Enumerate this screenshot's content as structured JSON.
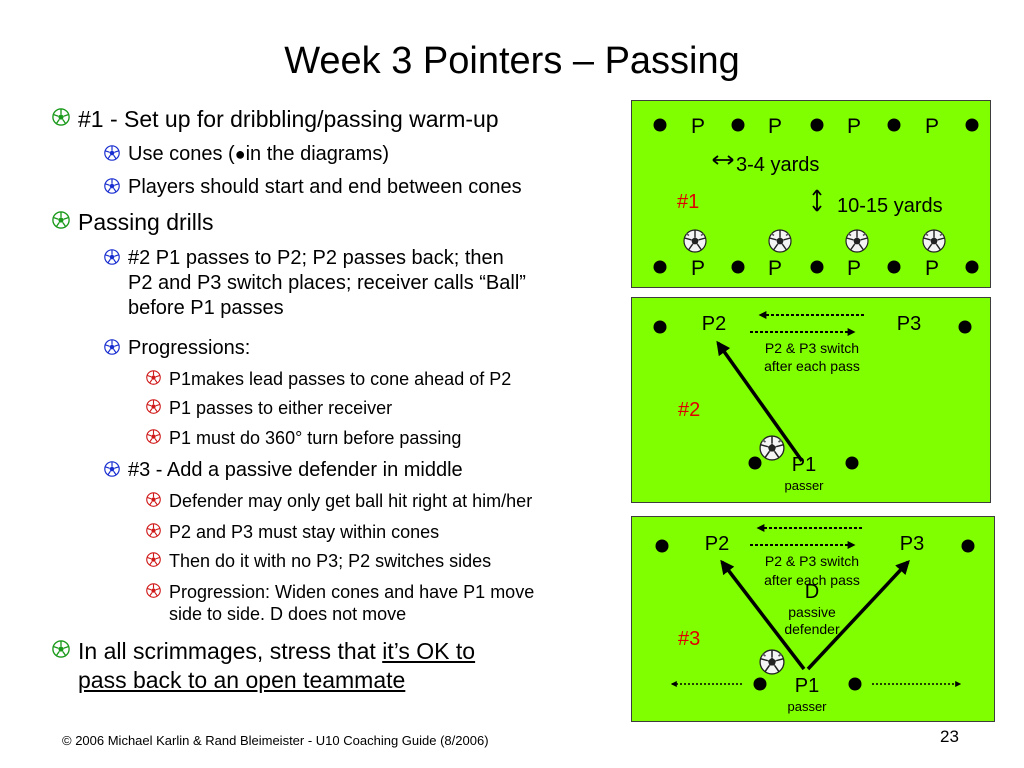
{
  "title": "Week 3 Pointers – Passing",
  "bullets": {
    "b1": "#1 - Set up for dribbling/passing warm-up",
    "b1_1_pre": "Use cones (",
    "b1_1_post": " in the diagrams)",
    "b1_2": "Players should start and end between cones",
    "b2": "Passing drills",
    "b2_1_a": "#2 P1 passes to P2; P2 passes back; then",
    "b2_1_b": "P2 and P3 switch places; receiver calls “Ball”",
    "b2_1_c": "before P1 passes",
    "b2_2": "Progressions:",
    "b2_2_1": "P1makes lead passes to cone ahead of P2",
    "b2_2_2": "P1 passes to either receiver",
    "b2_2_3": "P1 must do 360° turn before passing",
    "b2_3": "#3 - Add a passive defender in middle",
    "b2_3_1": "Defender may only get ball hit right at him/her",
    "b2_3_2": "P2 and P3 must stay within cones",
    "b2_3_3": "Then do it with no P3; P2 switches sides",
    "b2_3_4_a": "Progression: Widen cones and have P1 move",
    "b2_3_4_b": "side to side.  D does not move",
    "b3_a_plain": "In all scrimmages, stress that ",
    "b3_a_underline": "it’s OK to",
    "b3_b_underline": "pass back to an open teammate"
  },
  "diagram1": {
    "label": "#1",
    "player": "P",
    "width_note": "3-4 yards",
    "length_note": "10-15 yards"
  },
  "diagram2": {
    "label": "#2",
    "p2": "P2",
    "p3": "P3",
    "p1": "P1",
    "passer": "passer",
    "switch_a": "P2 & P3 switch",
    "switch_b": "after each pass"
  },
  "diagram3": {
    "label": "#3",
    "p2": "P2",
    "p3": "P3",
    "p1": "P1",
    "passer": "passer",
    "switch_a": "P2 & P3 switch",
    "switch_b": "after each pass",
    "defender": "D",
    "passive_a": "passive",
    "passive_b": "defender"
  },
  "footer": "© 2006 Michael Karlin & Rand Bleimeister  - U10 Coaching Guide (8/2006)",
  "page_number": "23",
  "colors": {
    "field": "#80ff00",
    "label_red": "#e00000",
    "bullet_green": "#1a9a1a",
    "bullet_blue": "#1a2fd0",
    "bullet_red": "#d01a1a"
  },
  "icons": {
    "level1_bullet": "soccer-ball-icon-green",
    "level2_bullet": "soccer-ball-icon-blue",
    "level3_bullet": "soccer-ball-icon-red",
    "ball": "soccer-ball-icon",
    "cone": "cone-dot-icon"
  }
}
